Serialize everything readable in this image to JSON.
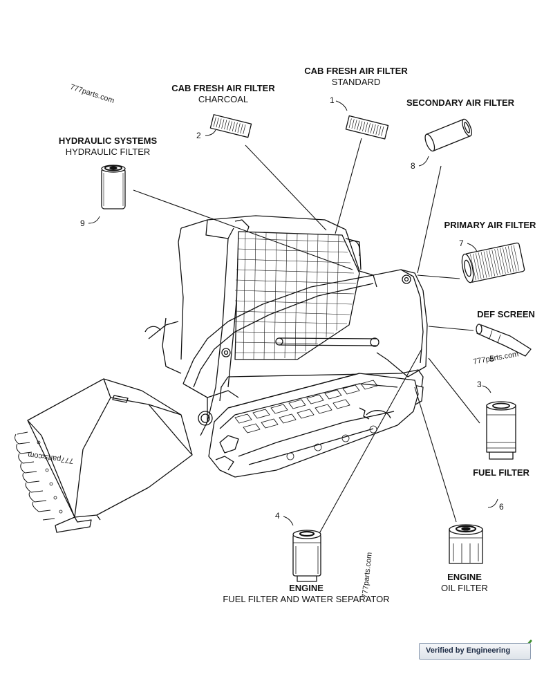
{
  "labels": {
    "cab_standard": {
      "title": "CAB FRESH AIR FILTER",
      "sub": "STANDARD"
    },
    "cab_charcoal": {
      "title": "CAB FRESH AIR FILTER",
      "sub": "CHARCOAL"
    },
    "secondary": {
      "title": "SECONDARY AIR FILTER"
    },
    "hydraulic": {
      "title": "HYDRAULIC SYSTEMS",
      "sub": "HYDRAULIC FILTER"
    },
    "primary": {
      "title": "PRIMARY AIR FILTER"
    },
    "def": {
      "title": "DEF SCREEN"
    },
    "fuel": {
      "title": "FUEL FILTER"
    },
    "engine_fuel": {
      "title": "ENGINE",
      "sub": "FUEL FILTER AND WATER SEPARATOR"
    },
    "engine_oil": {
      "title": "ENGINE",
      "sub": "OIL FILTER"
    }
  },
  "callouts": [
    "1",
    "2",
    "3",
    "4",
    "5",
    "6",
    "7",
    "8",
    "9"
  ],
  "watermarks": [
    "777parts.com",
    "777parts.com",
    "777parts.com",
    "777parts.com"
  ],
  "badge": {
    "text": "Verified by Engineering"
  }
}
